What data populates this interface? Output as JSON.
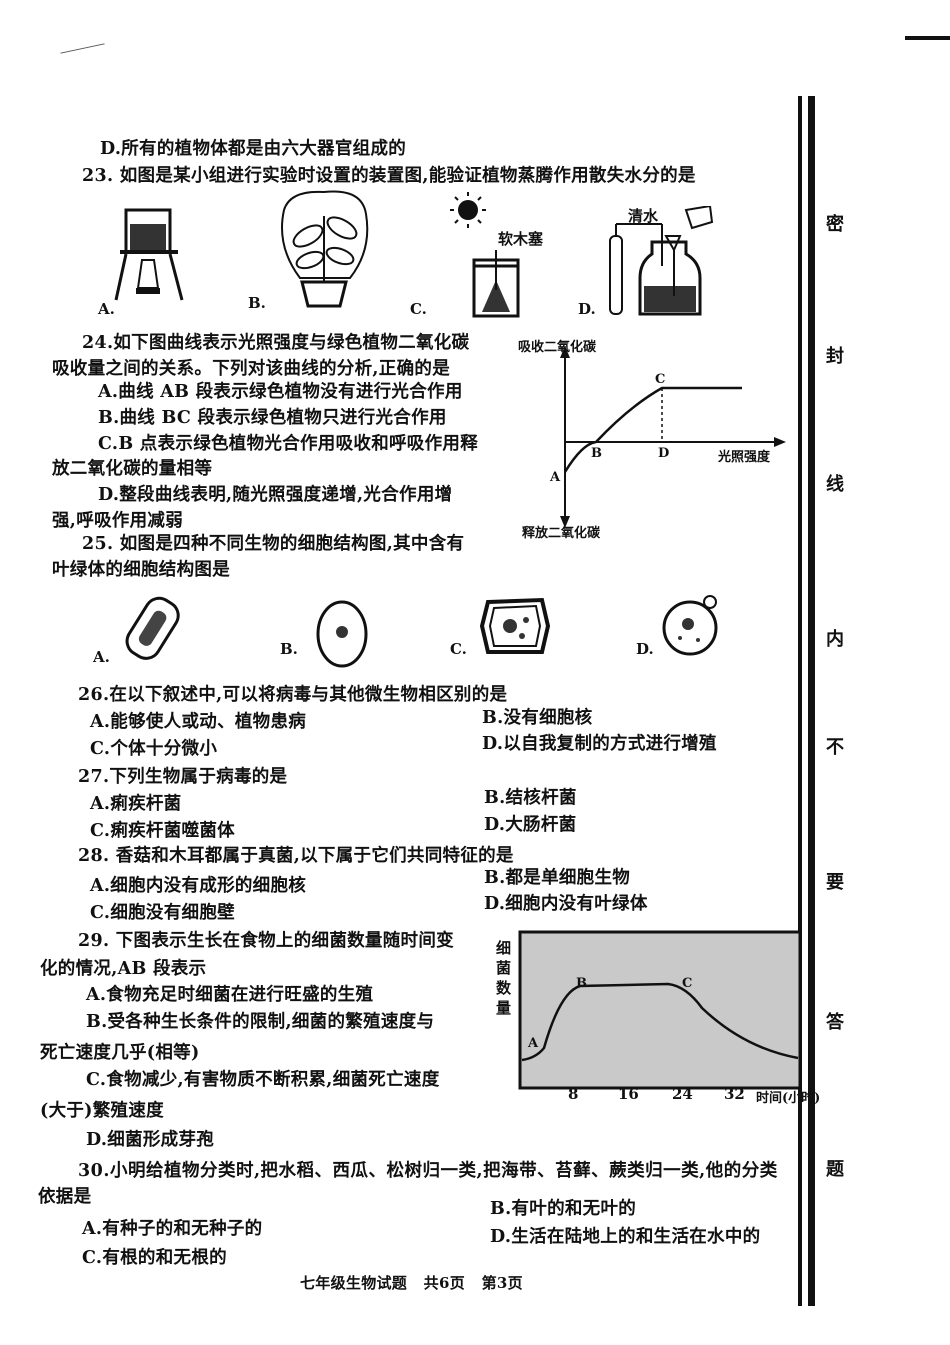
{
  "q22": {
    "d": "D.所有的植物体都是由六大器官组成的"
  },
  "q23": {
    "stem": "23. 如图是某小组进行实验时设置的装置图,能验证植物蒸腾作用散失水分的是",
    "labels": [
      "A.",
      "B.",
      "C.",
      "D."
    ],
    "cork_label": "软木塞",
    "water_label": "清水"
  },
  "q24": {
    "stem1": "24.如下图曲线表示光照强度与绿色植物二氧化碳",
    "stem2": "吸收量之间的关系。下列对该曲线的分析,正确的是",
    "a": "A.曲线 AB 段表示绿色植物没有进行光合作用",
    "b": "B.曲线 BC 段表示绿色植物只进行光合作用",
    "c1": "C.B 点表示绿色植物光合作用吸收和呼吸作用释",
    "c2": "放二氧化碳的量相等",
    "d1": "D.整段曲线表明,随光照强度递增,光合作用增",
    "d2": "强,呼吸作用减弱",
    "graph": {
      "y_top": "吸收二氧化碳",
      "y_bottom": "释放二氧化碳",
      "x_label": "光照强度",
      "points": [
        "A",
        "B",
        "C",
        "D"
      ]
    }
  },
  "q25": {
    "stem1": "25. 如图是四种不同生物的细胞结构图,其中含有",
    "stem2": "叶绿体的细胞结构图是",
    "labels": [
      "A.",
      "B.",
      "C.",
      "D."
    ]
  },
  "q26": {
    "stem": "26.在以下叙述中,可以将病毒与其他微生物相区别的是",
    "a": "A.能够使人或动、植物患病",
    "b": "B.没有细胞核",
    "c": "C.个体十分微小",
    "d": "D.以自我复制的方式进行增殖"
  },
  "q27": {
    "stem": "27.下列生物属于病毒的是",
    "a": "A.痢疾杆菌",
    "b": "B.结核杆菌",
    "c": "C.痢疾杆菌噬菌体",
    "d": "D.大肠杆菌"
  },
  "q28": {
    "stem": "28. 香菇和木耳都属于真菌,以下属于它们共同特征的是",
    "a": "A.细胞内没有成形的细胞核",
    "b": "B.都是单细胞生物",
    "c": "C.细胞没有细胞壁",
    "d": "D.细胞内没有叶绿体"
  },
  "q29": {
    "stem1": "29. 下图表示生长在食物上的细菌数量随时间变",
    "stem2": "化的情况,AB 段表示",
    "a": "A.食物充足时细菌在进行旺盛的生殖",
    "b1": "B.受各种生长条件的限制,细菌的繁殖速度与",
    "b2": "死亡速度几乎(相等)",
    "c1": "C.食物减少,有害物质不断积累,细菌死亡速度",
    "c2": "(大于)繁殖速度",
    "d": "D.细菌形成芽孢",
    "chart_data": {
      "type": "line",
      "ylabel": "细菌数量",
      "xlabel": "时间(小时)",
      "x_ticks": [
        "8",
        "16",
        "24",
        "32"
      ],
      "point_labels": [
        "A",
        "B",
        "C"
      ]
    }
  },
  "q30": {
    "stem1": "30.小明给植物分类时,把水稻、西瓜、松树归一类,把海带、苔藓、蕨类归一类,他的分类",
    "stem2": "依据是",
    "a": "A.有种子的和无种子的",
    "b": "B.有叶的和无叶的",
    "c": "C.有根的和无根的",
    "d": "D.生活在陆地上的和生活在水中的"
  },
  "footer": "七年级生物试题   共6页   第3页",
  "margin": [
    "密",
    "封",
    "线",
    "内",
    "不",
    "要",
    "答",
    "题"
  ]
}
